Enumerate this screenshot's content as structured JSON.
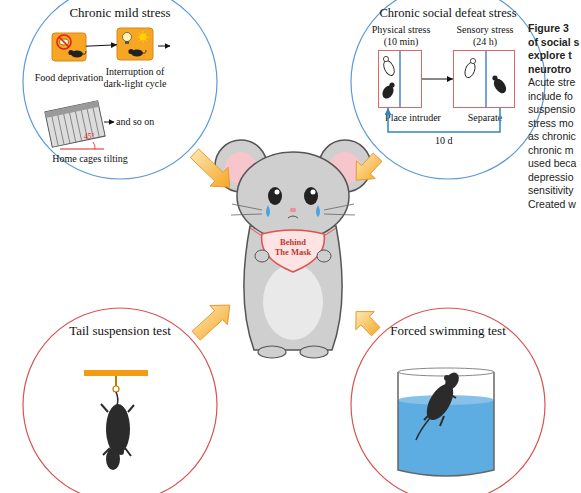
{
  "diagram": {
    "nodes": [
      {
        "text": [
          "Chronic mild stress"
        ]
      },
      {
        "text": [
          "Food deprivation"
        ],
        "in": 0
      },
      {
        "text": [
          "Interruption of dark-light cycle"
        ],
        "in": 0
      },
      {
        "text": [
          "Home cages tilting"
        ],
        "in": 0
      },
      {
        "text": [
          "Chronic social defeat stress"
        ]
      },
      {
        "text": [
          "Physical stress (10 min)",
          "Place intruder"
        ],
        "in": 4
      },
      {
        "text": [
          "Sensory stress (24 h)",
          "Separate"
        ],
        "in": 4
      },
      {
        "text": [
          "Behind The Mask"
        ]
      },
      {
        "text": [
          "Tail suspension test"
        ]
      },
      {
        "text": [
          "Forced swimming test"
        ]
      }
    ],
    "edges": [
      {
        "from": 1,
        "to": 2,
        "arrow": "to"
      },
      {
        "from": 5,
        "to": 6,
        "arrow": "to"
      },
      {
        "from": 6,
        "to": 5,
        "label": "10 d",
        "arrow": "to"
      },
      {
        "from": 0,
        "to": 7,
        "arrow": "to"
      },
      {
        "from": 4,
        "to": 7,
        "arrow": "to"
      },
      {
        "from": 8,
        "to": 7,
        "arrow": "to"
      },
      {
        "from": 9,
        "to": 7,
        "arrow": "to"
      }
    ],
    "labels": [
      "45°",
      "and so on",
      "Figure 3",
      "of social s",
      "explore t",
      "neurotro",
      "Acute stre",
      "include fo",
      "suspensio",
      "stress mo",
      "as chronic",
      "chronic m",
      "used beca",
      "depressio",
      "sensitivity",
      "Created w"
    ]
  }
}
